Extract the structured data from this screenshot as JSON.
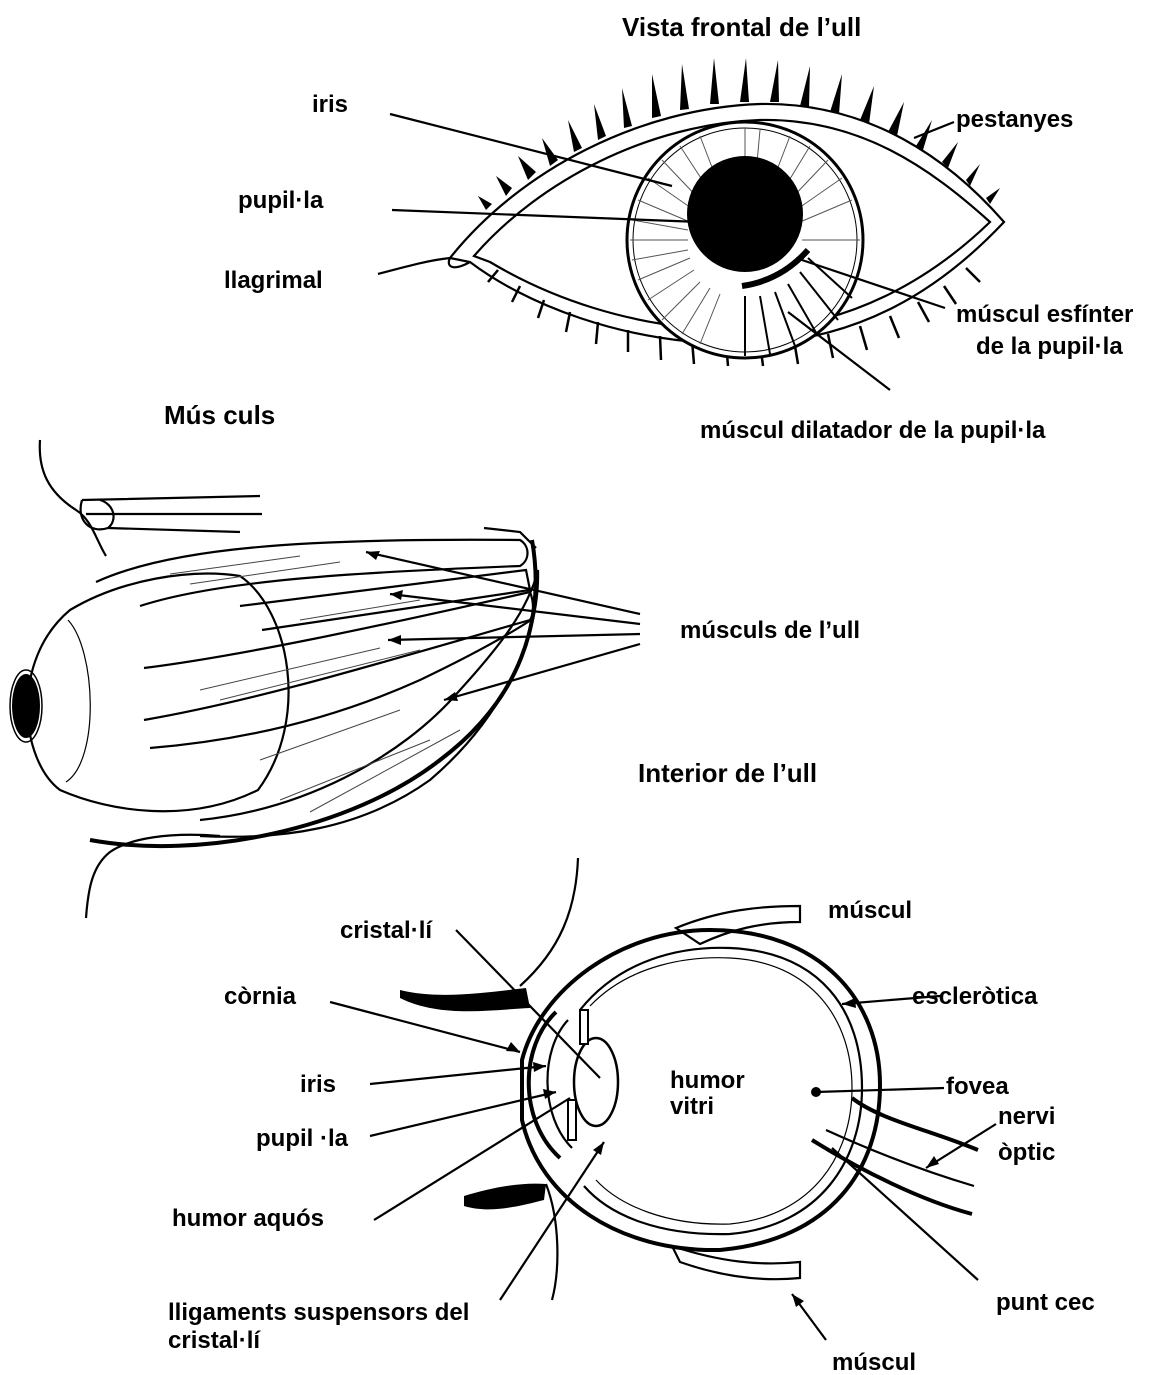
{
  "titles": {
    "front": "Vista frontal de l’ull",
    "muscles": "Mús culs",
    "interior": "Interior de l’ull"
  },
  "front_labels": {
    "iris": "iris",
    "pupil": "pupil·la",
    "tear": "llagrimal",
    "lashes": "pestanyes",
    "sphincter_1": "múscul esfínter",
    "sphincter_2": "de la pupil·la",
    "dilator": "múscul dilatador de la pupil·la"
  },
  "muscle_labels": {
    "eye_muscles": "músculs de l’ull"
  },
  "interior_labels": {
    "muscle_top": "múscul",
    "lens": "cristal·lí",
    "cornea": "còrnia",
    "sclera": "escleròtica",
    "iris": "iris",
    "vitreous_1": "humor",
    "vitreous_2": "vitri",
    "fovea": "fovea",
    "optic_1": "nervi",
    "optic_2": "òptic",
    "pupil": "pupil ·la",
    "aqueous": "humor aquós",
    "ligaments_1": "lligaments suspensors del",
    "ligaments_2": "cristal·lí",
    "blind_spot": "punt cec",
    "muscle_bottom": "múscul"
  }
}
